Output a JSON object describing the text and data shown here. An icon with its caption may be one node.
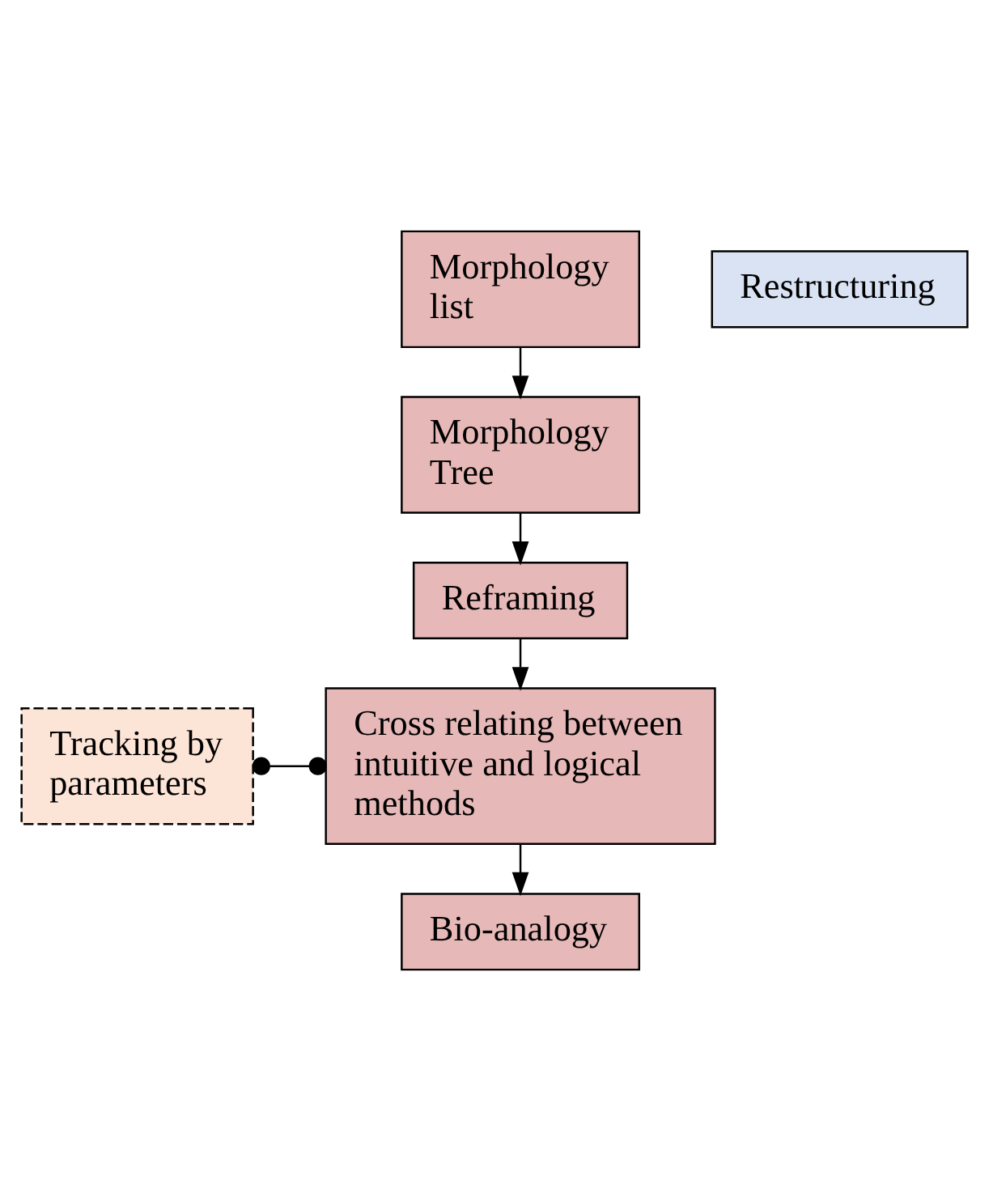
{
  "diagram": {
    "nodes": [
      {
        "text": [
          "Morphology list"
        ]
      },
      {
        "text": [
          "Restructuring"
        ]
      },
      {
        "text": [
          "Morphology Tree"
        ]
      },
      {
        "text": [
          "Reframing"
        ]
      },
      {
        "text": [
          "Tracking by parameters"
        ]
      },
      {
        "text": [
          "Cross relating between intuitive and logical methods"
        ]
      },
      {
        "text": [
          "Bio-analogy"
        ]
      }
    ],
    "edges": [
      {
        "from": 0,
        "to": 2,
        "arrow": "to"
      },
      {
        "from": 2,
        "to": 3,
        "arrow": "to"
      },
      {
        "from": 3,
        "to": 5,
        "arrow": "to"
      },
      {
        "from": 4,
        "to": 5,
        "arrow": "other"
      },
      {
        "from": 5,
        "to": 6,
        "arrow": "to"
      }
    ]
  }
}
